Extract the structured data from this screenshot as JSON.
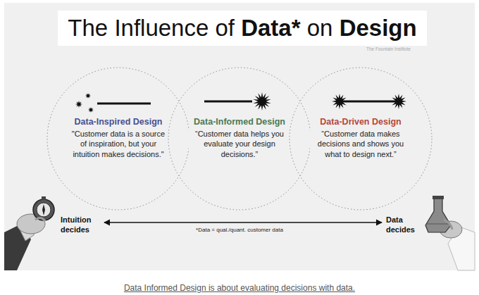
{
  "diagram": {
    "title": "The Influence of Data* on Design",
    "caption": "Data Informed Design is about evaluating decisions with data.",
    "nodes": [
      {
        "text": [
          "Data-Inspired Design",
          "\"Customer data is a source of inspiration, but your intuition makes decisions.\""
        ]
      },
      {
        "text": [
          "Data-Informed Design",
          "“Customer data helps you evaluate your design decisions.”"
        ]
      },
      {
        "text": [
          "Data-Driven Design",
          "“Customer data makes decisions and shows you what to design next.”"
        ]
      }
    ],
    "labels": [
      "The Fountain Institute",
      "Intuition decides",
      "Data decides",
      "*Data = qual./quant. customer data"
    ]
  }
}
